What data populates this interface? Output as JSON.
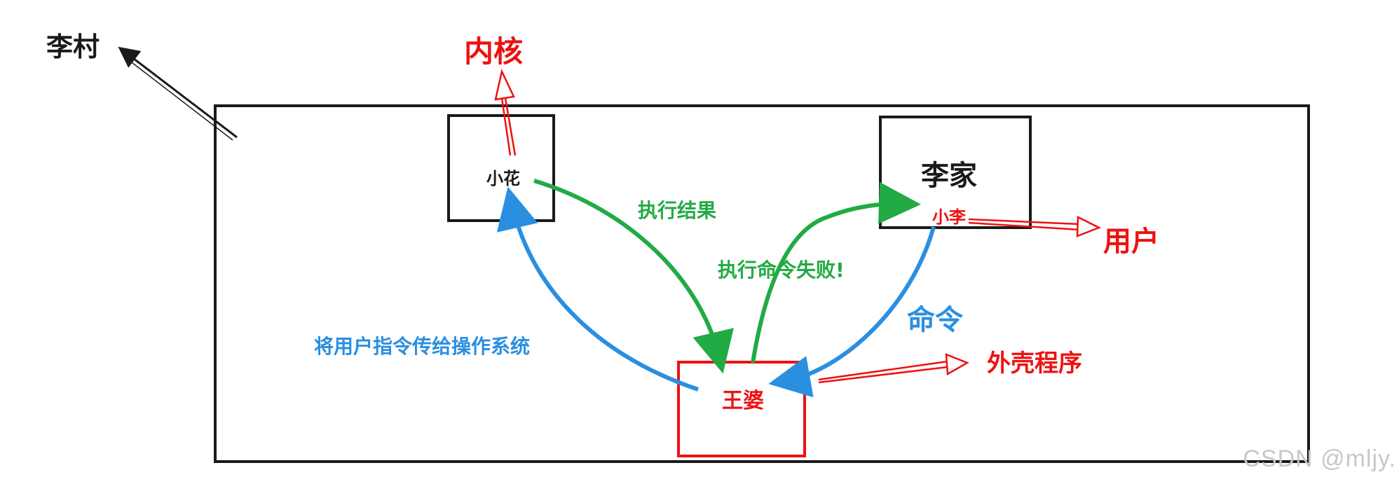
{
  "labels": {
    "village": "李村",
    "kernel": "内核",
    "xiaohua": "小花",
    "lijia": "李家",
    "xiaoli": "小李",
    "user": "用户",
    "wangpo": "王婆",
    "shell_program": "外壳程序",
    "exec_result": "执行结果",
    "exec_fail": "执行命令失败!",
    "command": "命令",
    "pass_instruction": "将用户指令传给操作系统"
  },
  "watermark": "CSDN @mljy.",
  "colors": {
    "black": "#1a1a1a",
    "red": "#ee1111",
    "green": "#22aa44",
    "blue": "#2a8fe0"
  }
}
